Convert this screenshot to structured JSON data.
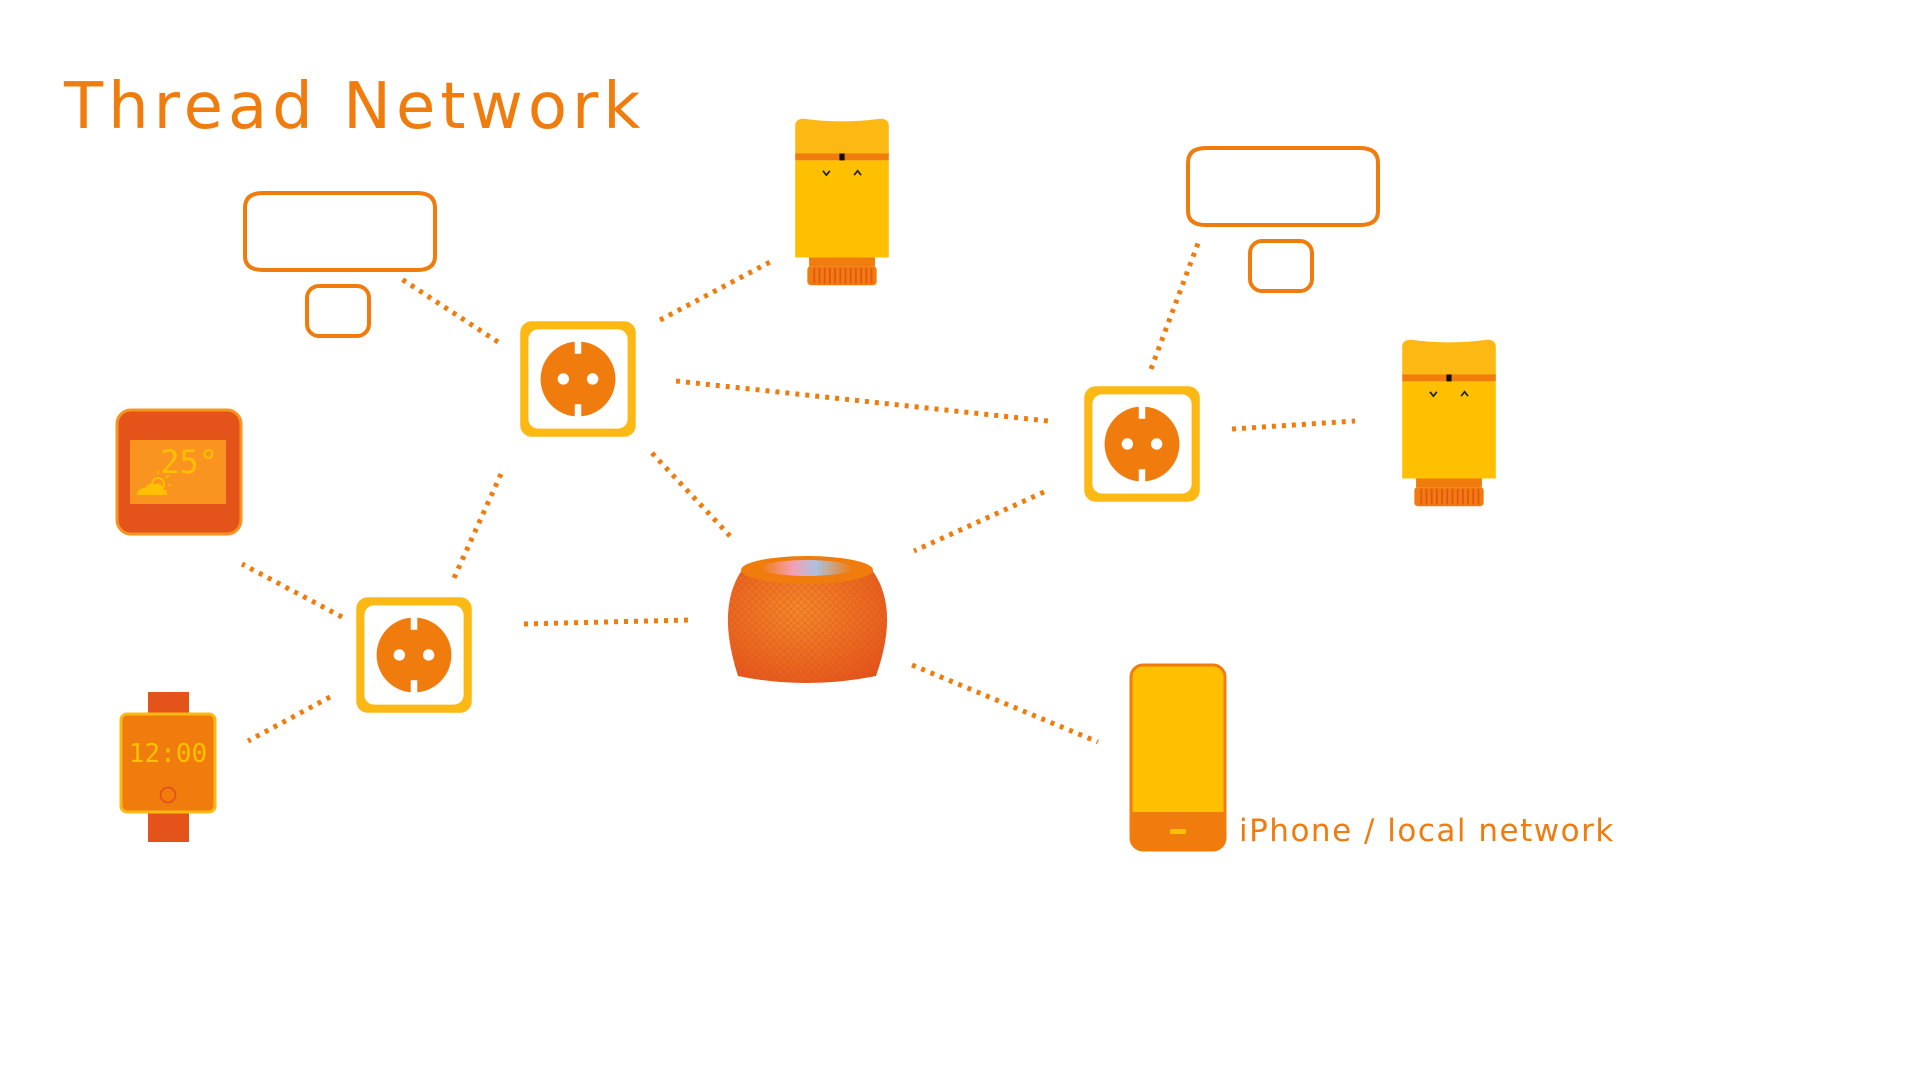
{
  "title": "Thread Network",
  "phone_label": "iPhone / local network",
  "thermostat_display": {
    "temperature": "25°",
    "icon": "sun-cloud-icon"
  },
  "watch_display": {
    "time": "12:00"
  },
  "colors": {
    "orange": "#f07c0e",
    "dark_orange": "#e4541a",
    "yellow": "#ffc002",
    "light_yellow": "#fdb913",
    "screen": "#f8941f",
    "white": "#ffffff"
  },
  "nodes": [
    {
      "id": "router-upper",
      "type": "smart-plug"
    },
    {
      "id": "router-lower",
      "type": "smart-plug"
    },
    {
      "id": "router-right",
      "type": "smart-plug"
    },
    {
      "id": "border-router",
      "type": "smart-speaker"
    },
    {
      "id": "sensor-left",
      "type": "motion-sensor"
    },
    {
      "id": "sensor-right",
      "type": "motion-sensor"
    },
    {
      "id": "valve-top",
      "type": "radiator-valve"
    },
    {
      "id": "valve-right",
      "type": "radiator-valve"
    },
    {
      "id": "thermostat",
      "type": "thermostat"
    },
    {
      "id": "watch",
      "type": "smartwatch"
    },
    {
      "id": "phone",
      "type": "smartphone"
    }
  ],
  "links": [
    [
      "router-upper",
      "sensor-left"
    ],
    [
      "router-upper",
      "valve-top"
    ],
    [
      "router-upper",
      "router-right"
    ],
    [
      "router-upper",
      "router-lower"
    ],
    [
      "router-upper",
      "border-router"
    ],
    [
      "router-lower",
      "thermostat"
    ],
    [
      "router-lower",
      "watch"
    ],
    [
      "router-lower",
      "border-router"
    ],
    [
      "router-right",
      "sensor-right"
    ],
    [
      "router-right",
      "valve-right"
    ],
    [
      "router-right",
      "border-router"
    ],
    [
      "border-router",
      "phone"
    ]
  ]
}
